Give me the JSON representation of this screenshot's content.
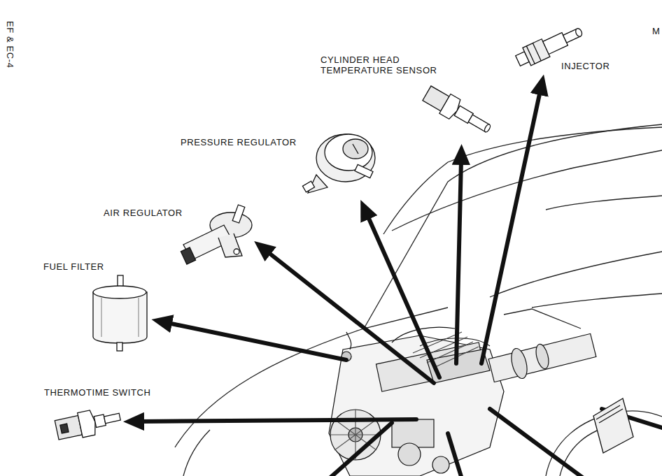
{
  "diagram": {
    "labels": [
      "EF & EC-4",
      "CYLINDER HEAD TEMPERATURE SENSOR",
      "INJECTOR",
      "PRESSURE REGULATOR",
      "AIR REGULATOR",
      "FUEL FILTER",
      "THERMOTIME SWITCH",
      "M"
    ]
  }
}
